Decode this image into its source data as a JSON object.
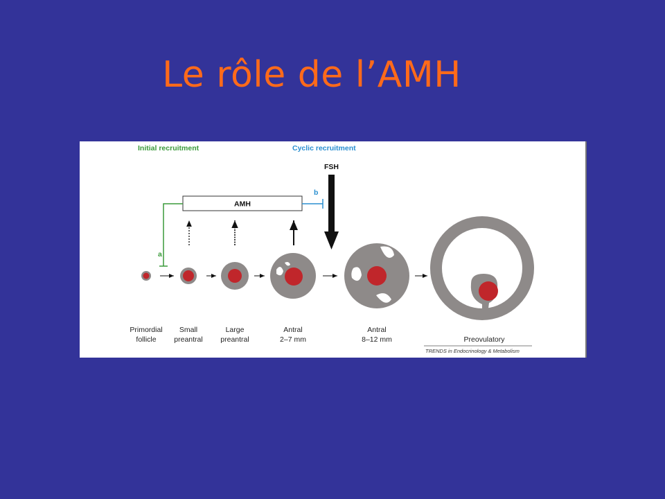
{
  "title": "Le rôle de l’AMH",
  "diagram": {
    "initial_recruitment": "Initial recruitment",
    "cyclic_recruitment": "Cyclic recruitment",
    "fsh": "FSH",
    "amh": "AMH",
    "label_a": "a",
    "label_b": "b",
    "stages": [
      {
        "line1": "Primordial",
        "line2": "follicle"
      },
      {
        "line1": "Small",
        "line2": "preantral"
      },
      {
        "line1": "Large",
        "line2": "preantral"
      },
      {
        "line1": "Antral",
        "line2": "2–7 mm"
      },
      {
        "line1": "Antral",
        "line2": "8–12 mm"
      },
      {
        "line1": "Preovulatory",
        "line2": ""
      }
    ],
    "source": "TRENDS in Endocrinology & Metabolism",
    "colors": {
      "background": "#333399",
      "title": "#ff6a1a",
      "green": "#3a9a3a",
      "blue": "#2a8fd0",
      "follicle_gray": "#8e8a89",
      "oocyte_red": "#c0262b"
    }
  }
}
